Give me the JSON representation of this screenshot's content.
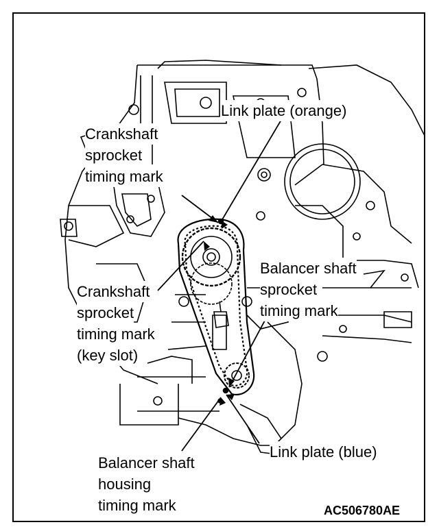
{
  "labels": {
    "link_plate_orange": "Link plate (orange)",
    "crank_mark_line1": "Crankshaft",
    "crank_mark_line2": "sprocket",
    "crank_mark_line3": "timing mark",
    "crank_key_line1": "Crankshaft",
    "crank_key_line2": "sprocket",
    "crank_key_line3": "timing mark",
    "crank_key_line4": "(key slot)",
    "balancer_sprocket_line1": "Balancer shaft",
    "balancer_sprocket_line2": "sprocket",
    "balancer_sprocket_line3": "timing mark",
    "link_plate_blue": "Link plate (blue)",
    "balancer_housing_line1": "Balancer shaft",
    "balancer_housing_line2": "housing",
    "balancer_housing_line3": "timing mark"
  },
  "figure_code": "AC506780AE"
}
